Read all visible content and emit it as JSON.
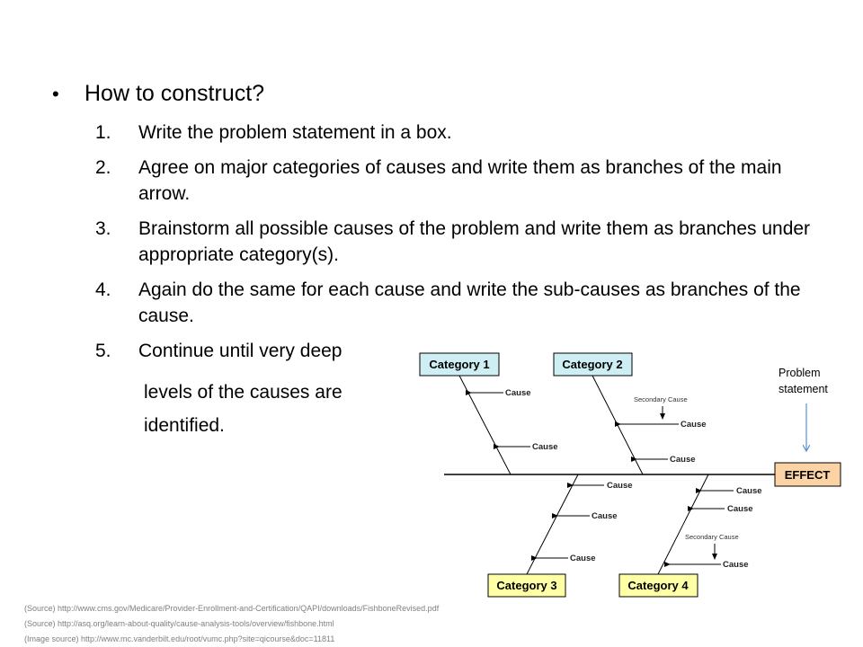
{
  "heading": "How to construct?",
  "steps": [
    {
      "num": "1.",
      "text": "Write the problem statement in a box."
    },
    {
      "num": "2.",
      "text": "Agree on major categories of causes and write them as branches of the main arrow."
    },
    {
      "num": "3.",
      "text": "Brainstorm all possible causes of the problem and write them as branches under appropriate category(s)."
    },
    {
      "num": "4.",
      "text": "Again do the same for each cause and write the sub-causes as branches of the cause."
    },
    {
      "num": "5.",
      "text": "Continue until very deep"
    }
  ],
  "continuation": [
    "levels of the causes are",
    "identified."
  ],
  "diagram": {
    "categories": [
      "Category 1",
      "Category 2",
      "Category 3",
      "Category 4"
    ],
    "effect": "EFFECT",
    "cause_label": "Cause",
    "secondary_cause_label": "Secondary Cause",
    "colors": {
      "category_top": "#cdeef3",
      "category_bottom": "#ffffa6",
      "effect": "#fcd3a4",
      "arrow": "#5b8ec9"
    }
  },
  "annotation": "Problem statement",
  "sources": [
    "(Source) http://www.cms.gov/Medicare/Provider-Enrollment-and-Certification/QAPI/downloads/FishboneRevised.pdf",
    "(Source) http://asq.org/learn-about-quality/cause-analysis-tools/overview/fishbone.html",
    "(Image source) http://www.mc.vanderbilt.edu/root/vumc.php?site=qicourse&doc=11811"
  ]
}
